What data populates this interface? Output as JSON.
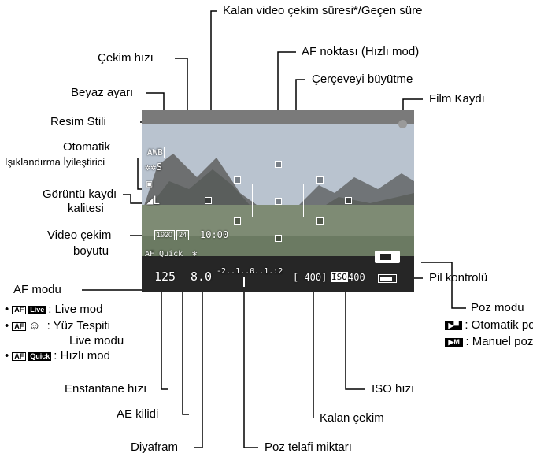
{
  "labels": {
    "video_time": "Kalan video çekim süresi*/Geçen süre",
    "af_point": "AF noktası (Hızlı mod)",
    "magnify": "Çerçeveyi büyütme",
    "shooting_speed": "Çekim hızı",
    "white_balance": "Beyaz ayarı",
    "movie_rec": "Film Kaydı",
    "picture_style": "Resim Stili",
    "alo_line1": "Otomatik",
    "alo_line2": "Işıklandırma İyileştirici",
    "quality_line1": "Görüntü kaydı",
    "quality_line2": "kalitesi",
    "movie_size_line1": "Video çekim",
    "movie_size_line2": "boyutu",
    "af_mode": "AF modu",
    "battery": "Pil kontrolü",
    "exposure_mode": "Poz modu",
    "shutter": "Enstantane hızı",
    "iso": "ISO hızı",
    "ae_lock": "AE kilidi",
    "shots_remaining": "Kalan çekim",
    "aperture": "Diyafram",
    "exp_comp": "Poz telafi miktarı"
  },
  "af_modes": [
    {
      "chip": "AF",
      "chip2": "Live",
      "text": ": Live mod"
    },
    {
      "chip": "AF",
      "chip2": "☺",
      "text": ": Yüz Tespiti"
    },
    {
      "text": "Live modu"
    },
    {
      "chip": "AF",
      "chip2": "Quick",
      "text": ": Hızlı mod"
    }
  ],
  "exposure_modes": [
    {
      "text": ": Otomatik poz"
    },
    {
      "chip2": "M",
      "text": ": Manuel poz"
    }
  ],
  "osd": {
    "wb": "AWB",
    "style": "S",
    "quality": "L",
    "size": "1920",
    "fps": "24",
    "time": "10:00",
    "af_quick": "AF Quick",
    "ae_lock": "*",
    "shutter": "125",
    "aperture": "8.0",
    "scale": "-2..1..0..1.:2",
    "shots": "[ 400]",
    "iso_label": "ISO",
    "iso": "400"
  },
  "colors": {
    "rec_dot": "#9a9a9a",
    "lcd_top": "#7a7a7a"
  }
}
